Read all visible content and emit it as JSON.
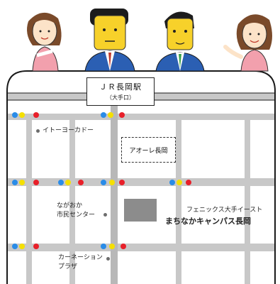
{
  "station": {
    "name": "ＪＲ長岡駅",
    "exit": "（大手口）"
  },
  "landmarks": {
    "ito_yokado": "イトーヨーカドー",
    "aore": "アオーレ長岡",
    "shimin_center_1": "ながおか",
    "shimin_center_2": "市民センター",
    "phoenix": "フェニックス大手イースト",
    "machinaka": "まちなかキャンパス長岡",
    "carnation_1": "カーネーション",
    "carnation_2": "プラザ"
  },
  "colors": {
    "road": "#c8c8c8",
    "road_dark": "#b8b8b8",
    "building": "#8c8c8c",
    "signal_red": "#e8202a",
    "signal_yellow": "#f5e000",
    "signal_blue": "#2a8ce8",
    "outline": "#1a1a1a"
  },
  "icons": [
    "traffic-signal-icon",
    "landmark-dot-icon"
  ]
}
